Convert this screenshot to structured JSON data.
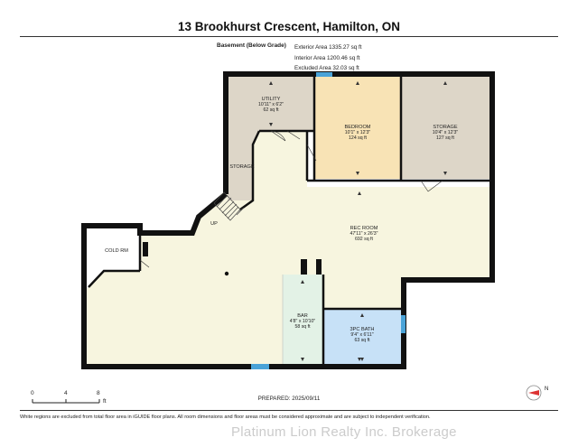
{
  "header": {
    "title": "13 Brookhurst Crescent, Hamilton, ON",
    "level": "Basement (Below Grade)",
    "exterior_area": "Exterior Area 1335.27 sq ft",
    "interior_area": "Interior Area 1200.46 sq ft",
    "excluded_area": "Excluded Area 32.03 sq ft"
  },
  "rooms": {
    "utility": {
      "name": "UTILITY",
      "dims": "10'11\" x 6'2\"",
      "area": "62 sq ft"
    },
    "bedroom": {
      "name": "BEDROOM",
      "dims": "10'1\" x 12'3\"",
      "area": "124 sq ft"
    },
    "storage_main": {
      "name": "STORAGE",
      "dims": "10'4\" x 12'3\"",
      "area": "127 sq ft"
    },
    "storage_small": {
      "name": "STORAGE"
    },
    "rec_room": {
      "name": "REC ROOM",
      "dims": "47'11\" x 26'3\"",
      "area": "692 sq ft"
    },
    "cold_rm": {
      "name": "COLD RM"
    },
    "bar": {
      "name": "BAR",
      "dims": "4'8\" x 10'10\"",
      "area": "58 sq ft"
    },
    "bath": {
      "name": "3PC BATH",
      "dims": "9'4\" x 6'11\"",
      "area": "63 sq ft"
    },
    "stairs": {
      "name": "UP"
    }
  },
  "colors": {
    "wall": "#111111",
    "rec_room": "#f7f5df",
    "utility": "#ddd6c8",
    "bedroom": "#f8e3b5",
    "storage": "#ddd6c8",
    "bar": "#e3f2e6",
    "bath": "#c7e1f7",
    "window": "#4aa3d8"
  },
  "scale": {
    "labels": [
      "0",
      "4",
      "8"
    ],
    "unit": "ft"
  },
  "footer": {
    "prepared": "PREPARED: 2025/09/11",
    "disclaimer": "White regions are excluded from total floor area in iGUIDE floor plans. All room dimensions and floor areas must be considered approximate and are subject to independent verification.",
    "watermark": "Platinum Lion Realty Inc. Brokerage"
  },
  "compass": {
    "label": "N"
  }
}
